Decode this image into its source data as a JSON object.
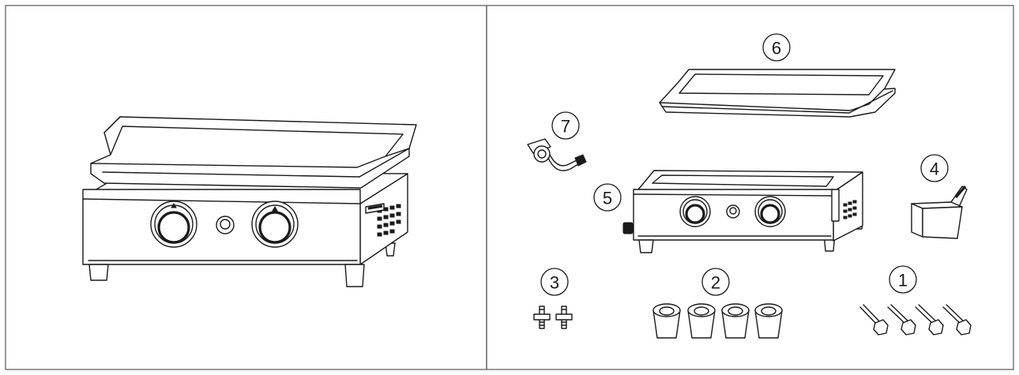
{
  "callouts": {
    "c1": "1",
    "c2": "2",
    "c3": "3",
    "c4": "4",
    "c5": "5",
    "c6": "6",
    "c7": "7"
  },
  "colors": {
    "line": "#1a1a1a",
    "background": "#ffffff",
    "frame": "#555555"
  }
}
